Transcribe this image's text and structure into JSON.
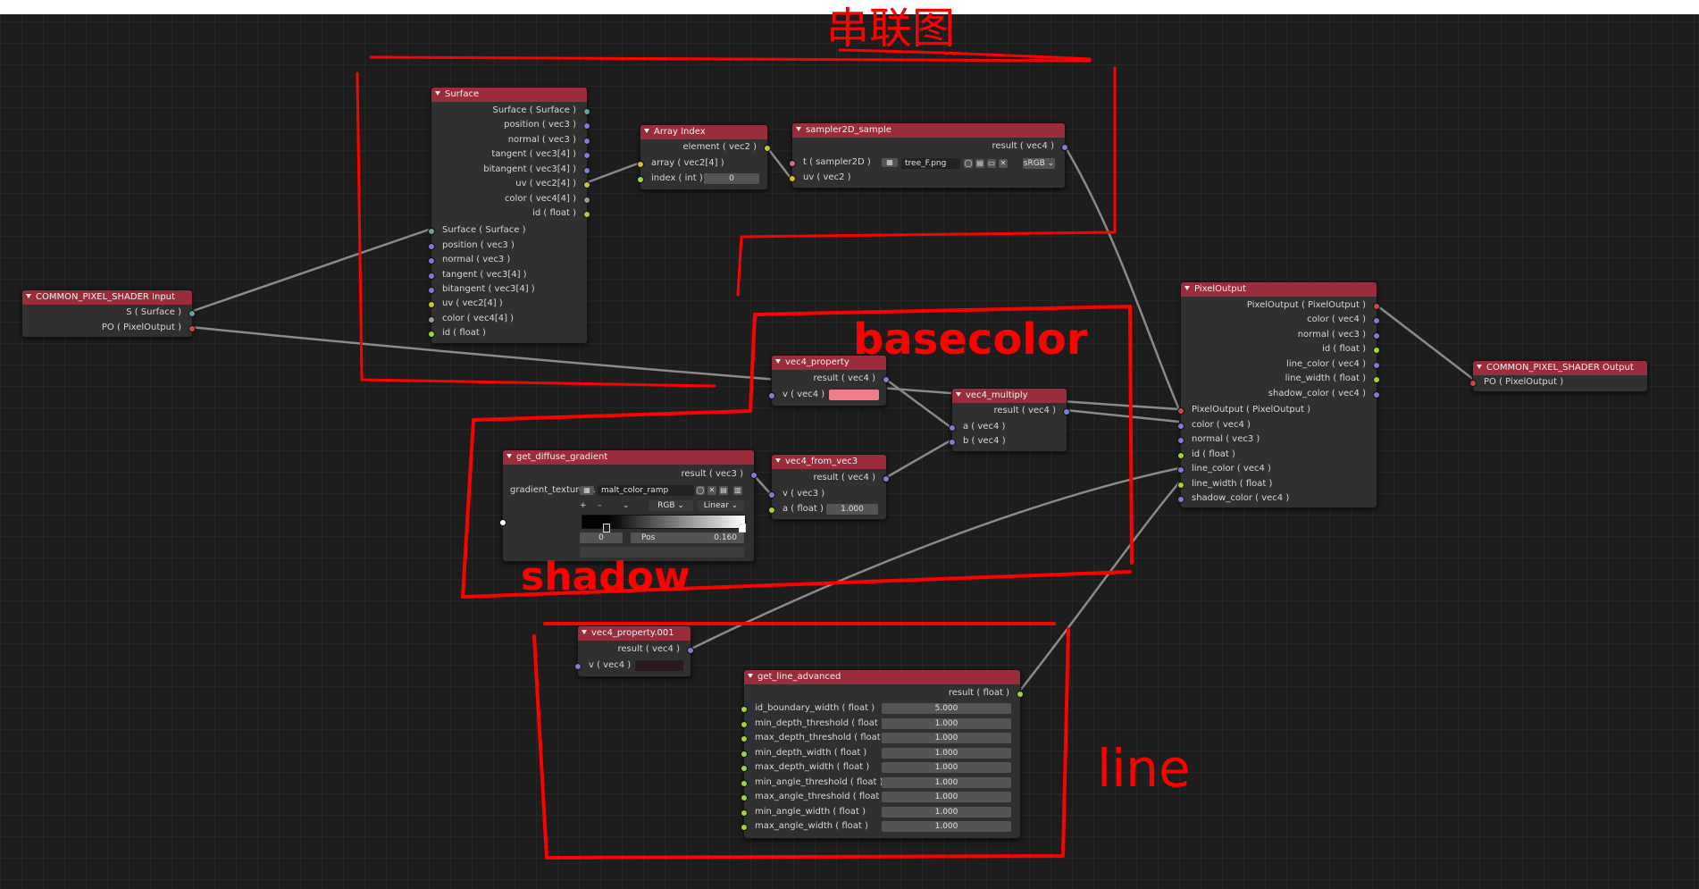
{
  "colors": {
    "header": "#9a2d3c",
    "annotation": "#ff0000",
    "basecolor_swatch": "#f07c8c",
    "line_swatch": "#2a1a1e"
  },
  "annotations": {
    "top": "串联图",
    "basecolor": "basecolor",
    "shadow": "shadow",
    "line": "line"
  },
  "nodes": {
    "input": {
      "title": "COMMON_PIXEL_SHADER Input",
      "outputs": [
        "S  ( Surface )",
        "PO  ( PixelOutput )"
      ]
    },
    "surface": {
      "title": "Surface",
      "outputs": [
        "Surface  ( Surface )",
        "position  ( vec3 )",
        "normal  ( vec3 )",
        "tangent  ( vec3[4] )",
        "bitangent  ( vec3[4] )",
        "uv  ( vec2[4] )",
        "color  ( vec4[4] )",
        "id  ( float )"
      ],
      "inputs": [
        "Surface  ( Surface )",
        "position  ( vec3 )",
        "normal  ( vec3 )",
        "tangent  ( vec3[4] )",
        "bitangent  ( vec3[4] )",
        "uv  ( vec2[4] )",
        "color  ( vec4[4] )",
        "id  ( float )"
      ]
    },
    "array_index": {
      "title": "Array Index",
      "output": "element  ( vec2 )",
      "inputs": [
        "array  ( vec2[4] )",
        "index  ( int )"
      ],
      "index_value": "0"
    },
    "sampler": {
      "title": "sampler2D_sample",
      "output": "result  ( vec4 )",
      "inputs": [
        "t  ( sampler2D )",
        "uv  ( vec2 )"
      ],
      "image": "tree_F.png",
      "colorspace": "sRGB"
    },
    "vec4_property": {
      "title": "vec4_property",
      "output": "result  ( vec4 )",
      "input": "v  ( vec4 )"
    },
    "vec4_multiply": {
      "title": "vec4_multiply",
      "output": "result  ( vec4 )",
      "inputs": [
        "a  ( vec4 )",
        "b  ( vec4 )"
      ]
    },
    "vec4_from_vec3": {
      "title": "vec4_from_vec3",
      "output": "result  ( vec4 )",
      "inputs": [
        "v  ( vec3 )",
        "a  ( float )"
      ],
      "a_value": "1.000"
    },
    "diffuse": {
      "title": "get_diffuse_gradient",
      "output": "result  ( vec3 )",
      "texture_label": "gradient_texture ...",
      "texture": "malt_color_ramp",
      "mode": "RGB",
      "interp": "Linear",
      "index": "0",
      "pos_label": "Pos",
      "pos_value": "0.160"
    },
    "vec4_property_001": {
      "title": "vec4_property.001",
      "output": "result  ( vec4 )",
      "input": "v  ( vec4 )"
    },
    "line_adv": {
      "title": "get_line_advanced",
      "output": "result  ( float )",
      "params": [
        {
          "label": "id_boundary_width  ( float )",
          "value": "5.000"
        },
        {
          "label": "min_depth_threshold  ( float )",
          "value": "1.000"
        },
        {
          "label": "max_depth_threshold  ( float )",
          "value": "1.000"
        },
        {
          "label": "min_depth_width  ( float )",
          "value": "1.000"
        },
        {
          "label": "max_depth_width  ( float )",
          "value": "1.000"
        },
        {
          "label": "min_angle_threshold  ( float )",
          "value": "1.000"
        },
        {
          "label": "max_angle_threshold  ( float )",
          "value": "1.000"
        },
        {
          "label": "min_angle_width  ( float )",
          "value": "1.000"
        },
        {
          "label": "max_angle_width  ( float )",
          "value": "1.000"
        }
      ]
    },
    "pixel_output": {
      "title": "PixelOutput",
      "outputs": [
        "PixelOutput  ( PixelOutput )",
        "color  ( vec4 )",
        "normal  ( vec3 )",
        "id  ( float )",
        "line_color  ( vec4 )",
        "line_width  ( float )",
        "shadow_color  ( vec4 )"
      ],
      "inputs": [
        "PixelOutput  ( PixelOutput )",
        "color  ( vec4 )",
        "normal  ( vec3 )",
        "id  ( float )",
        "line_color  ( vec4 )",
        "line_width  ( float )",
        "shadow_color  ( vec4 )"
      ]
    },
    "output": {
      "title": "COMMON_PIXEL_SHADER Output",
      "input": "PO  ( PixelOutput )"
    }
  }
}
